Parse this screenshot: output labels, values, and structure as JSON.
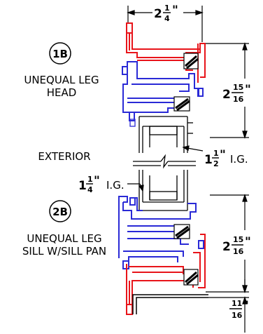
{
  "overall_width": {
    "whole": "2",
    "num": "1",
    "den": "4",
    "unit": "\""
  },
  "head": {
    "tag": "1B",
    "label_line1": "UNEQUAL LEG",
    "label_line2": "HEAD",
    "dimension": {
      "whole": "2",
      "num": "15",
      "den": "16",
      "unit": "\""
    }
  },
  "exterior_label": "EXTERIOR",
  "ig_right": {
    "whole": "1",
    "num": "1",
    "den": "2",
    "unit": "\"",
    "suffix": "I.G."
  },
  "ig_left": {
    "whole": "1",
    "num": "1",
    "den": "4",
    "unit": "\"",
    "suffix": "I.G."
  },
  "sill": {
    "tag": "2B",
    "label_line1": "UNEQUAL LEG",
    "label_line2": "SILL W/SILL PAN",
    "dimension": {
      "whole": "2",
      "num": "15",
      "den": "16",
      "unit": "\""
    }
  },
  "sill_pan_dim": {
    "num": "11",
    "den": "16",
    "unit": "\""
  },
  "colors": {
    "frame_red": "#e8141a",
    "frame_blue": "#2a2ad6",
    "line_black": "#000000"
  }
}
